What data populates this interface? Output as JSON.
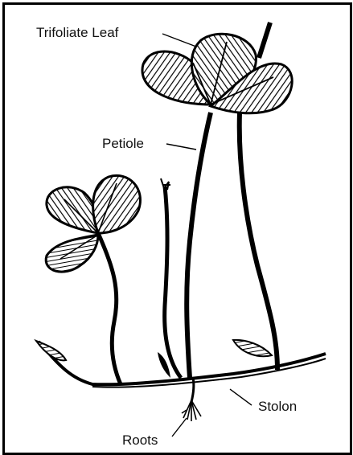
{
  "labels": {
    "leaf": "Trifoliate Leaf",
    "petiole": "Petiole",
    "stolon": "Stolon",
    "roots": "Roots"
  },
  "colors": {
    "ink": "#000000",
    "background": "#ffffff"
  }
}
